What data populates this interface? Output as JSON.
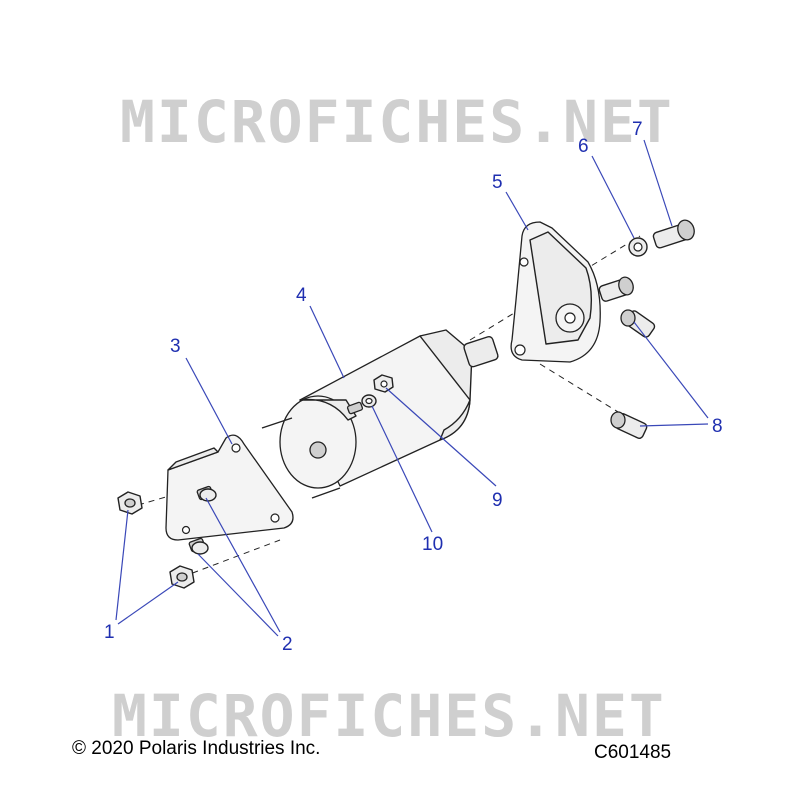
{
  "watermark_text": "MICROFICHES.NET",
  "copyright": "© 2020 Polaris Industries Inc.",
  "figure_code": "C601485",
  "callouts": [
    "1",
    "2",
    "3",
    "4",
    "5",
    "6",
    "7",
    "8",
    "9",
    "10"
  ]
}
